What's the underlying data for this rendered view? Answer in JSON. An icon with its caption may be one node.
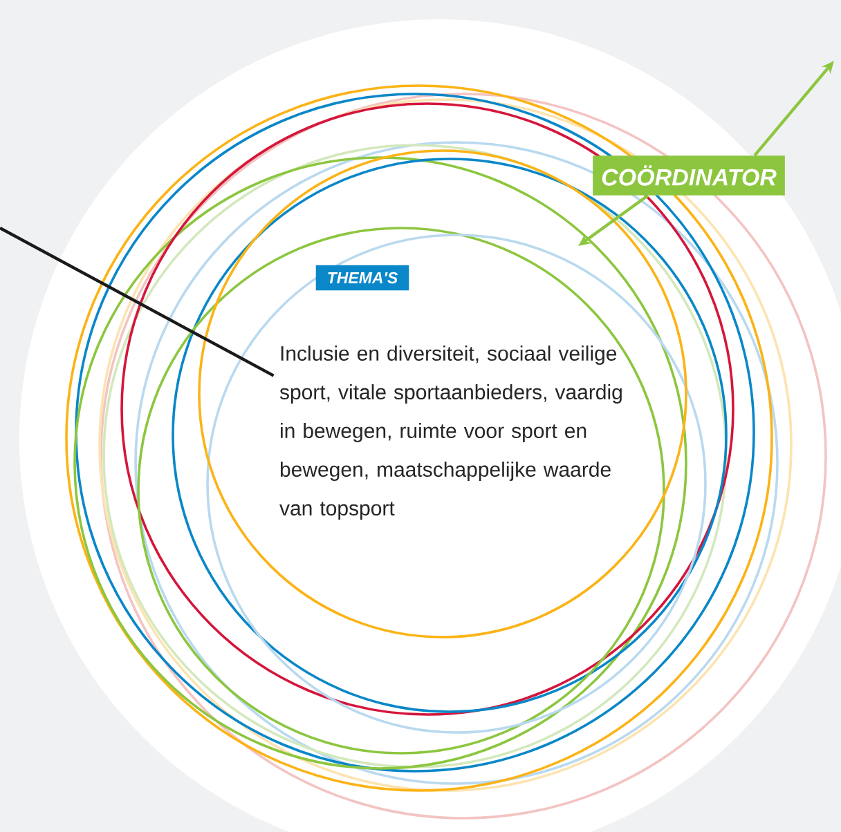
{
  "diagram": {
    "nodes": [
      {
        "text": [
          "COÖRDINATOR"
        ]
      },
      {
        "text": [
          "THEMA'S"
        ]
      },
      {
        "text": [
          "Inclusie en diversiteit, sociaal veilige sport, vitale sportaanbieders, vaardig in bewegen, ruimte voor sport en bewegen, maatschappelijke waarde van topsport"
        ]
      }
    ],
    "edges": [
      {
        "from": 0,
        "to": null,
        "arrow": "to"
      },
      {
        "from": 0,
        "to": null,
        "arrow": "to"
      },
      {
        "from": null,
        "to": 2,
        "arrow": "none",
        "color": "#1a1a1a"
      }
    ]
  }
}
